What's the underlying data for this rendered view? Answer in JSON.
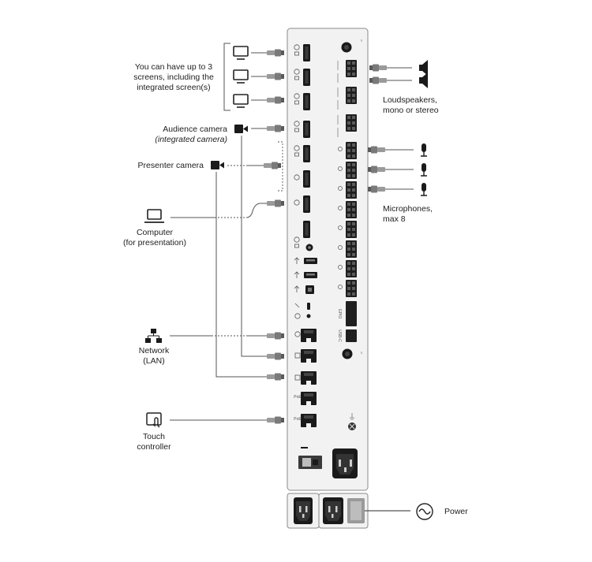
{
  "labels": {
    "screens": "You can have up to 3 screens, including the integrated screen(s)",
    "screens_lines": [
      "You can have up to 3",
      "screens, including the",
      "integrated screen(s)"
    ],
    "audience_camera": "Audience camera",
    "audience_camera_note": "(integrated camera)",
    "presenter_camera": "Presenter camera",
    "computer_lines": [
      "Computer",
      "(for presentation)"
    ],
    "network_lines": [
      "Network",
      "(LAN)"
    ],
    "touch_lines": [
      "Touch",
      "controller"
    ],
    "loudspeakers_lines": [
      "Loudspeakers,",
      "mono or stereo"
    ],
    "microphones_lines": [
      "Microphones,",
      "max 8"
    ],
    "power": "Power"
  },
  "panel_text": {
    "gpio": "GPIO",
    "usb_c": "USB-C",
    "poe": "PoE"
  },
  "icons": [
    "screen-icon",
    "audience-camera-icon",
    "presenter-camera-icon",
    "laptop-icon",
    "network-icon",
    "touch-controller-icon",
    "loudspeaker-icon",
    "microphone-icon",
    "power-ac-icon"
  ],
  "colors": {
    "panel_fill": "#f2f2f2",
    "panel_stroke": "#8a8a8a",
    "line": "#555555",
    "port_dark": "#1a1a1a",
    "terminal_green": "#1f1f1f",
    "cable_gray": "#9a9a9a"
  }
}
